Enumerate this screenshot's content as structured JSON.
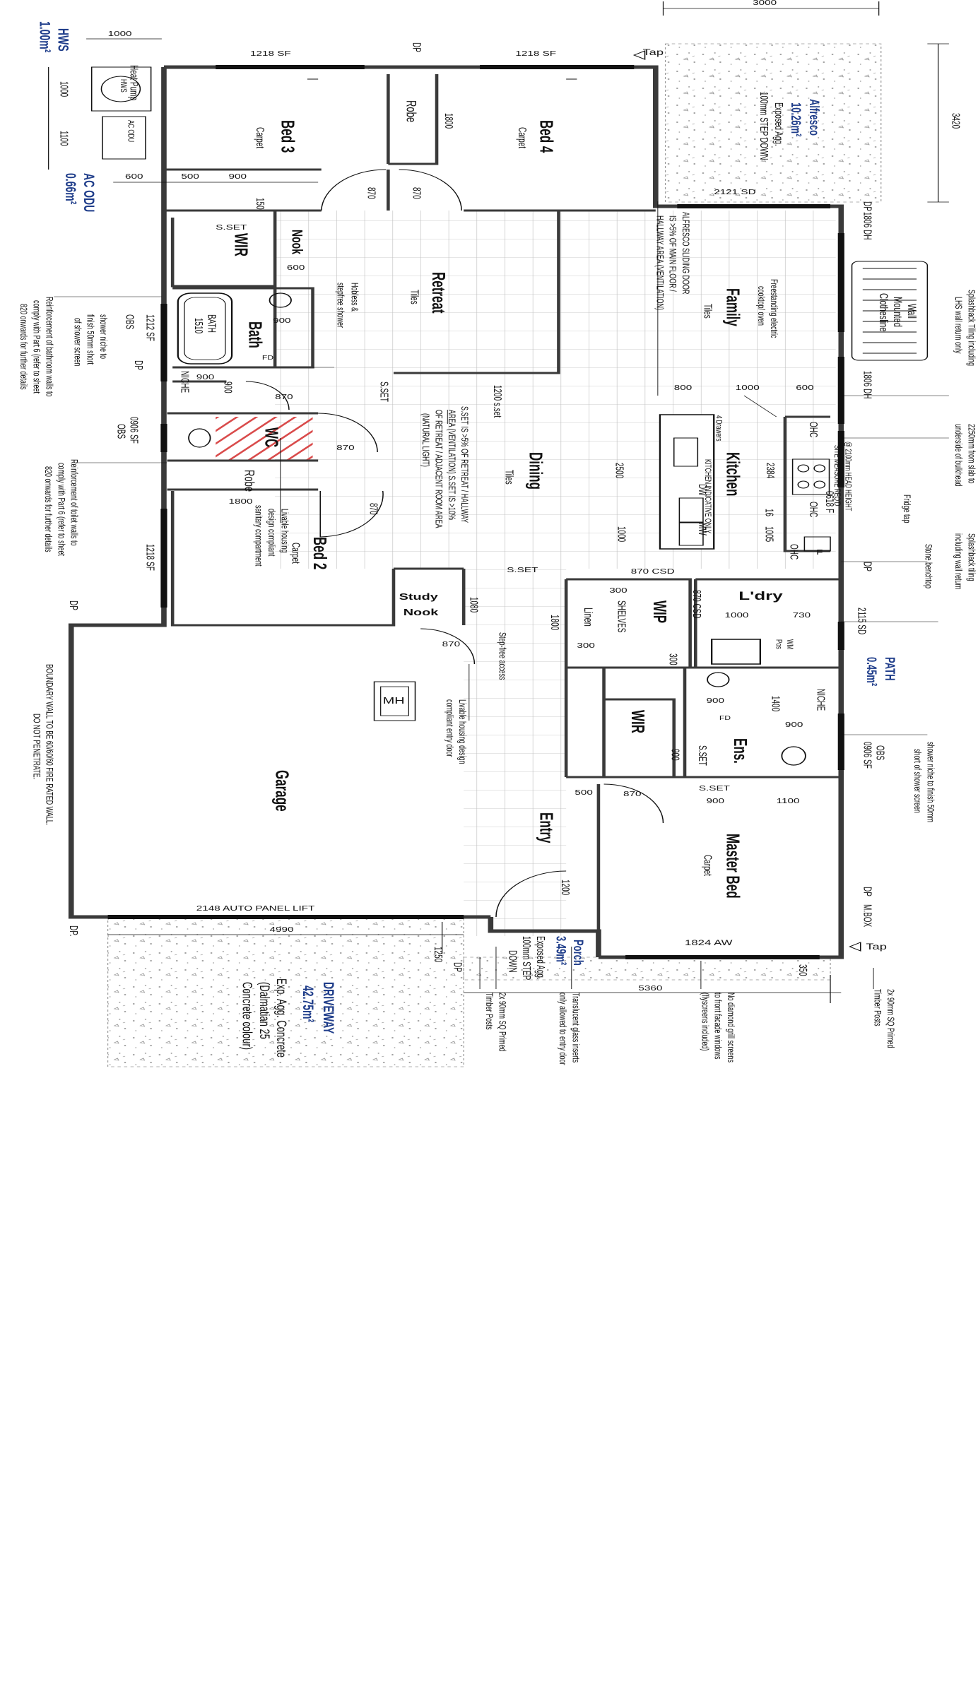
{
  "rooms": {
    "bed3": {
      "name": "Bed 3",
      "finish": "Carpet"
    },
    "bed4": {
      "name": "Bed 4",
      "finish": "Carpet"
    },
    "bed2": {
      "name": "Bed 2",
      "finish": "Carpet"
    },
    "retreat": {
      "name": "Retreat",
      "finish": "Tiles"
    },
    "family": {
      "name": "Family",
      "finish": "Tiles"
    },
    "dining": {
      "name": "Dining",
      "finish": "Tiles"
    },
    "kitchen": {
      "name": "Kitchen"
    },
    "bath": {
      "name": "Bath"
    },
    "wc": {
      "name": "WC"
    },
    "wir_bed3": {
      "name": "WIR"
    },
    "nook": {
      "name": "Nook"
    },
    "robe_bed4": {
      "name": "Robe"
    },
    "robe_bed2": {
      "name": "Robe"
    },
    "study_nook": {
      "line1": "Study",
      "line2": "Nook"
    },
    "garage": {
      "name": "Garage"
    },
    "entry": {
      "name": "Entry"
    },
    "wip": {
      "name": "WIP"
    },
    "linen": {
      "name": "Linen"
    },
    "shelves": {
      "name": "SHELVES"
    },
    "laundry": {
      "name": "L'dry"
    },
    "ensuite": {
      "name": "Ens."
    },
    "wir_master": {
      "name": "WIR"
    },
    "master_bed": {
      "name": "Master Bed",
      "finish": "Carpet"
    },
    "alfresco": {
      "name": "Alfresco",
      "area": "10.26m²",
      "finish": "Exposed Agg.",
      "step": "100mm STEP DOWN"
    },
    "porch": {
      "name": "Porch",
      "area": "3.49m²",
      "finish": "Exposed Agg.",
      "step1": "100mm STEP",
      "step2": "DOWN"
    },
    "driveway": {
      "name": "DRIVEWAY",
      "area": "42.75m²",
      "line1": "Exp. Agg. Concrete",
      "line2": "(Dalmatian 25",
      "line3": "Concrete colour)"
    },
    "path": {
      "name": "PATH",
      "area": "0.45m²"
    },
    "hws": {
      "name": "HWS",
      "area": "1.00m²"
    },
    "ac_odu": {
      "name": "AC ODU",
      "area": "0.66m²"
    }
  },
  "windows": {
    "w_bed3": "1218 SF",
    "w_bed4": "1218 SF",
    "w_bath": "1212 SF",
    "w_wc": "0906 SF",
    "w_bed2": "1218 SF",
    "w_family_top": "1806 DH",
    "w_family_bot": "1806 DH",
    "w_alfresco": "2121 SD",
    "w_kitchen": "0618 F",
    "w_laundry": "2115 SD",
    "w_ens": "0906 SF",
    "w_master": "1824 AW",
    "w_garage_door": "2148 AUTO PANEL LIFT",
    "csd_wip": "870 CSD",
    "csd_wip2": "870 CSD"
  },
  "dimensions": {
    "d3000": "3000",
    "d3420": "3420",
    "d1000_top": "1000",
    "d1000_side": "1000",
    "d1100_side": "1100",
    "d600_side": "600",
    "d500_bed3": "500",
    "d900_bed3": "900",
    "d150": "150",
    "d870_bed3": "870",
    "d870_bed4": "870",
    "d1800_robe": "1800",
    "d600_nook": "600",
    "d900_bath": "900",
    "d900_niche_a": "900",
    "d900_niche_b": "900",
    "d870_hall": "870",
    "d870_wc": "870",
    "d870_bed2": "870",
    "d1800_bed2": "1800",
    "d1200_set": "1200 s.set",
    "d800_kit": "800",
    "d1000_kit": "1000",
    "d600_kit": "600",
    "d2500": "2500",
    "d2384": "2384",
    "d1000_dining": "1000",
    "d16": "16",
    "d1005": "1005",
    "d1080": "1080",
    "d870_study": "870",
    "d1800_wip": "1800",
    "d300_a": "300",
    "d300_b": "300",
    "d300_c": "300",
    "d1000_ldry": "1000",
    "d730": "730",
    "d900_ens": "900",
    "d1400_ens": "1400",
    "d900_ens_b": "900",
    "d900_ens_c": "900",
    "d500_entry": "500",
    "d870_entry": "870",
    "d900_mast": "900",
    "d1100_mast": "1100",
    "d1200_entry": "1200",
    "d4990": "4990",
    "d1250": "1250",
    "d5360": "5360",
    "d350": "350"
  },
  "labels": {
    "tap_top": "Tap",
    "tap_bottom": "Tap",
    "dp_top": "DP",
    "dp_family": "DP",
    "dp_bath": "DP",
    "dp_right": "DP",
    "dp_master": "DP",
    "dp_left": "DP",
    "dp_garage": "DP.",
    "dp_porch": "DP",
    "mbox": "M.BOX",
    "obs_bath": "OBS",
    "obs_wc": "OBS",
    "obs_ens": "OBS",
    "heat_pump": "Heat Pump",
    "hws_symbol": "HWS",
    "ac_odu_box": "AC ODU",
    "sset_wir": "S.SET",
    "sset_hall": "S.SET",
    "sset_dining": "S.SET",
    "sset_ens": "S.SET",
    "sset_mast": "S.SET",
    "niche_bath": "NICHE",
    "niche_ens": "NICHE",
    "bath_tub": "BATH",
    "bath_size": "1510",
    "fd1": "FD",
    "fd2": "FD",
    "four_drawers": "4 Drawers",
    "dw": "DW",
    "mw": "MW",
    "ohc1": "OHC",
    "ohc2": "OHC",
    "ohc3": "OHC",
    "fridge": "F",
    "kitchen_indicative": "KITCHEN INDICATIVE ONLY",
    "head_height": "@ 2100mm HEAD HEIGHT",
    "site_measure": "SITE MEASURE REQ'D",
    "mh": "MH",
    "wm_pos": "WM",
    "wm_pos2": "Pos"
  },
  "notes": {
    "alfresco_door_1": "ALFRESCO SLIDING DOOR",
    "alfresco_door_2": "IS >5% OF MAIN FLOOR /",
    "alfresco_door_3": "HALLWAY AREA (VENTILATION)",
    "cooktop_1": "Freestanding electric",
    "cooktop_2": "cooktop/ oven",
    "clothesline_1": "Wall",
    "clothesline_2": "Mounted",
    "clothesline_3": "Clothesline",
    "splash_1": "Splashback Tiling including",
    "splash_2": "LHS wall return only",
    "hobless_1": "Hobless &",
    "hobless_2": "stepfree shower",
    "sset_note_1": "S.SET IS >5% OF RETREAT / HALLWAY",
    "sset_note_2": "AREA (VENTILATION) S.SET IS >10%",
    "sset_note_3": "OF RETREAT / ADJACENT ROOM AREA",
    "sset_note_4": "(NATURAL LIGHT)",
    "bulkhead_1": "2250mm from slab to",
    "bulkhead_2": "underside of bulkhead",
    "fridge_tap": "Fridge tap",
    "splash2_1": "Splashback tiling",
    "splash2_2": "including wall return",
    "stone": "Stone benchtop",
    "shower_niche_1": "shower niche to",
    "shower_niche_2": "finish 50mm short",
    "shower_niche_3": "of shower screen",
    "reinf_bath_1": "Reinforcement of bathroom walls to",
    "reinf_bath_2": "comply with Part 6 (refer to sheet",
    "reinf_bath_3": "820 onwards for further details",
    "reinf_wc_1": "Reinforcement of toilet walls to",
    "reinf_wc_2": "comply with Part 6 (refer to sheet",
    "reinf_wc_3": "820 onwards for further details",
    "livable_wc_1": "Livable housing",
    "livable_wc_2": "design compliant",
    "livable_wc_3": "sanitary compartment",
    "stepfree": "Step-free access",
    "livable_entry_1": "Livable housing design",
    "livable_entry_2": "compliant entry door",
    "ens_niche_1": "shower niche to finish 50mm",
    "ens_niche_2": "short of shower screen",
    "boundary_1": "BOUNDARY WALL TO BE 60/60/60 FIRE RATED WALL.",
    "boundary_2": "DO NOT PENETRATE.",
    "posts_left_1": "2x 90mm SQ Primed",
    "posts_left_2": "Timber Posts",
    "glass_1": "Translucent glass inserts",
    "glass_2": "only allowed to entry door",
    "diamond_1": "No diamond grill screens",
    "diamond_2": "to front facade windows",
    "diamond_3": "(flyscreens included)",
    "posts_right_1": "2x 90mm SQ Primed",
    "posts_right_2": "Timber Posts"
  },
  "colors": {
    "wall": "#3a3a3a",
    "ink": "#111111",
    "tile": "#bdbdbd",
    "accent_blue": "#1f3d8a",
    "wc_hatch": "#d94a4a",
    "concrete_dot": "#8a8a8a"
  }
}
